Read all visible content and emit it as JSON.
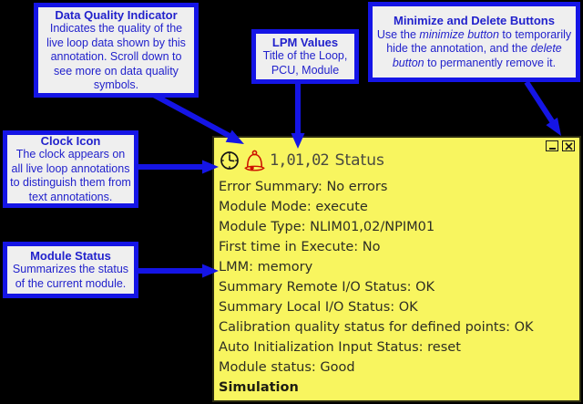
{
  "colors": {
    "page_bg": "#000000",
    "accent_blue": "#1515e6",
    "callout_bg": "#efefef",
    "callout_text": "#2222cc",
    "note_bg": "#f8f55f",
    "note_border": "#2a2a10",
    "note_text": "#2e2e24",
    "bell_red": "#cc1100"
  },
  "callouts": {
    "data_quality": {
      "title": "Data Quality Indicator",
      "body": [
        {
          "text": "Indicates the quality of the live loop data shown by this annotation. Scroll down to see more on data quality symbols."
        }
      ]
    },
    "lpm_values": {
      "title": "LPM Values",
      "body": [
        {
          "text": "Title of the Loop, PCU, Module"
        }
      ]
    },
    "minimize_delete": {
      "title": "Minimize and Delete Buttons",
      "body": [
        {
          "text": "Use the "
        },
        {
          "text": "minimize button",
          "italic": true
        },
        {
          "text": " to temporarily hide the annotation, and the "
        },
        {
          "text": "delete button",
          "italic": true
        },
        {
          "text": " to permanently remove it."
        }
      ]
    },
    "clock_icon": {
      "title": "Clock Icon",
      "body": [
        {
          "text": "The clock appears on all live loop annotations to distinguish them from text annotations."
        }
      ]
    },
    "module_status": {
      "title": "Module Status",
      "body": [
        {
          "text": "Summarizes the status of the current module."
        }
      ]
    }
  },
  "note": {
    "lpm": "1,01,02",
    "title": "Status",
    "lines": [
      "Error Summary: No errors",
      "Module Mode: execute",
      "Module Type: NLIM01,02/NPIM01",
      "First time in Execute: No",
      "LMM: memory",
      "Summary Remote I/O Status: OK",
      "Summary Local I/O Status: OK",
      "Calibration quality status for defined points: OK",
      "Auto Initialization Input Status: reset",
      "Module status: Good"
    ],
    "footer": "Simulation"
  }
}
